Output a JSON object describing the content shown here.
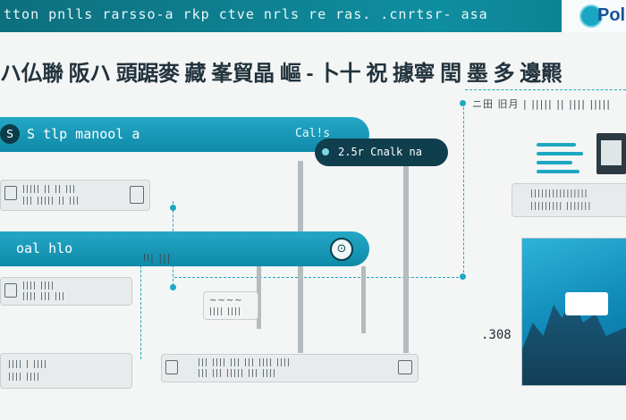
{
  "topbar": {
    "url_text": "tton  pnlls  rarsso-a  rkp  ctve   nrls   re  ras.  .cnrtsr-  asa",
    "brand_text": "Pol"
  },
  "headline": "ハ仏聯 阪ハ 頭踞麥 藏 峯貿晶 嶇 - 卜十 祝 據寧 閏 墨 多 邊羆",
  "top_right_labels": "ニ田 旧月 | ||||| || |||| |||||",
  "pill1": {
    "icon": "S",
    "label": "S tlp  manool  a",
    "right_label": "Cal!s"
  },
  "bubble": {
    "label": "2.5r Cnalk  na"
  },
  "card1": {
    "line1": "||||| || || |||",
    "line2": "||| ||||| || |||"
  },
  "pill2": {
    "label": "oal hlo",
    "circle_icon": "⊙"
  },
  "small_label_mid": "ll| |||",
  "card6": {
    "line1": "~~~~",
    "line2": "|||| ||||"
  },
  "card2": {
    "line1": "|||| ||||",
    "line2": "|||| ||| |||"
  },
  "card3": {
    "line1": "|||| | ||||",
    "line2": "|||| ||||"
  },
  "card4": {
    "line1": "||| |||| ||| ||| |||| ||||",
    "line2": "||| ||| ||||| ||| ||||"
  },
  "card5": {
    "line1": "||||||||||||||||",
    "line2": "||||||||| |||||||"
  },
  "stat_value": ".308",
  "colors": {
    "accent": "#1ea7c1",
    "dark": "#0f3e4d",
    "header": "#0f8ea0"
  }
}
